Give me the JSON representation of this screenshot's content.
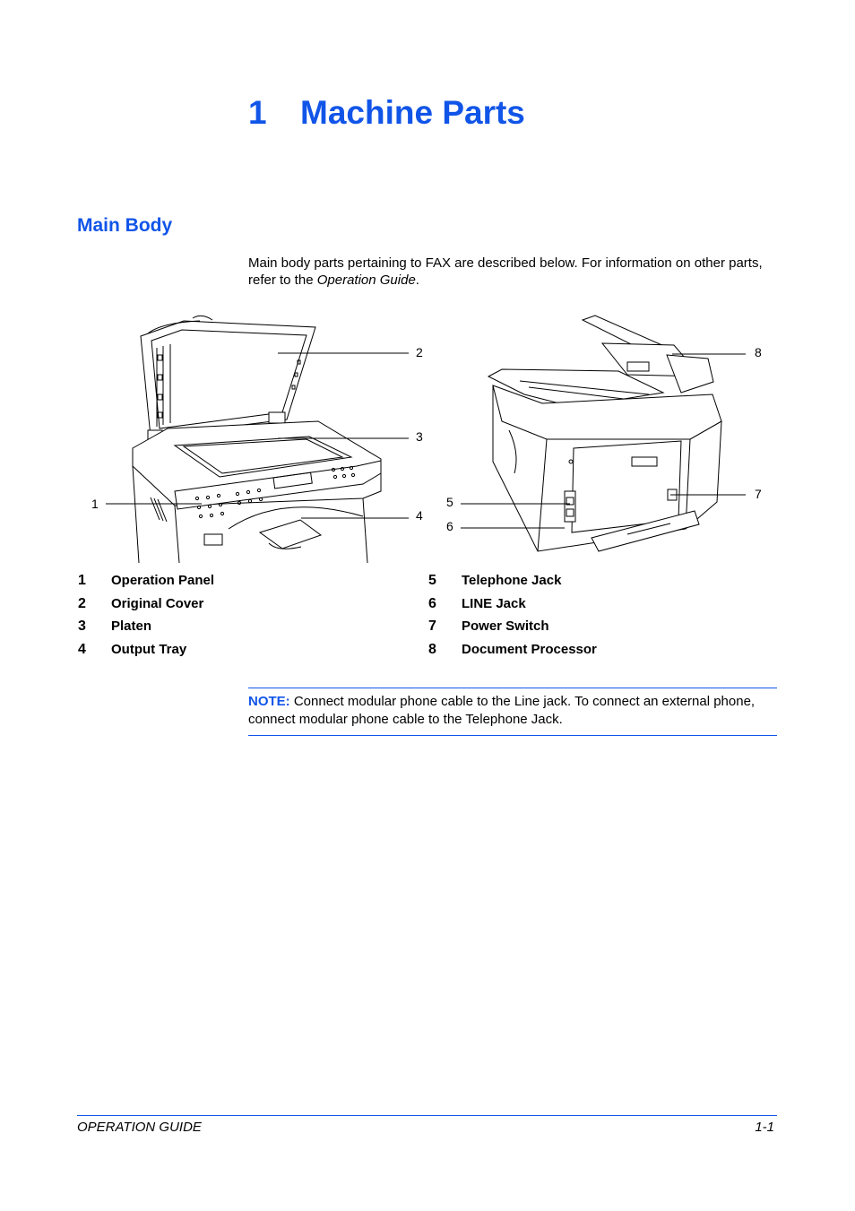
{
  "chapter": {
    "number": "1",
    "title": "Machine Parts"
  },
  "section": {
    "title": "Main Body"
  },
  "intro": {
    "text_before": "Main body parts pertaining to FAX are described below. For information on other parts, refer to the ",
    "italic": "Operation Guide",
    "text_after": "."
  },
  "callouts": [
    "1",
    "2",
    "3",
    "4",
    "5",
    "6",
    "7",
    "8"
  ],
  "parts": [
    {
      "num": "1",
      "label": "Operation Panel"
    },
    {
      "num": "2",
      "label": "Original Cover"
    },
    {
      "num": "3",
      "label": "Platen"
    },
    {
      "num": "4",
      "label": "Output Tray"
    },
    {
      "num": "5",
      "label": "Telephone Jack"
    },
    {
      "num": "6",
      "label": "LINE Jack"
    },
    {
      "num": "7",
      "label": "Power Switch"
    },
    {
      "num": "8",
      "label": "Document Processor"
    }
  ],
  "note": {
    "label": "NOTE:",
    "text": " Connect modular phone cable to the Line jack. To connect an external phone, connect modular phone cable to the Telephone Jack."
  },
  "footer": {
    "left": "OPERATION GUIDE",
    "right": "1-1"
  }
}
